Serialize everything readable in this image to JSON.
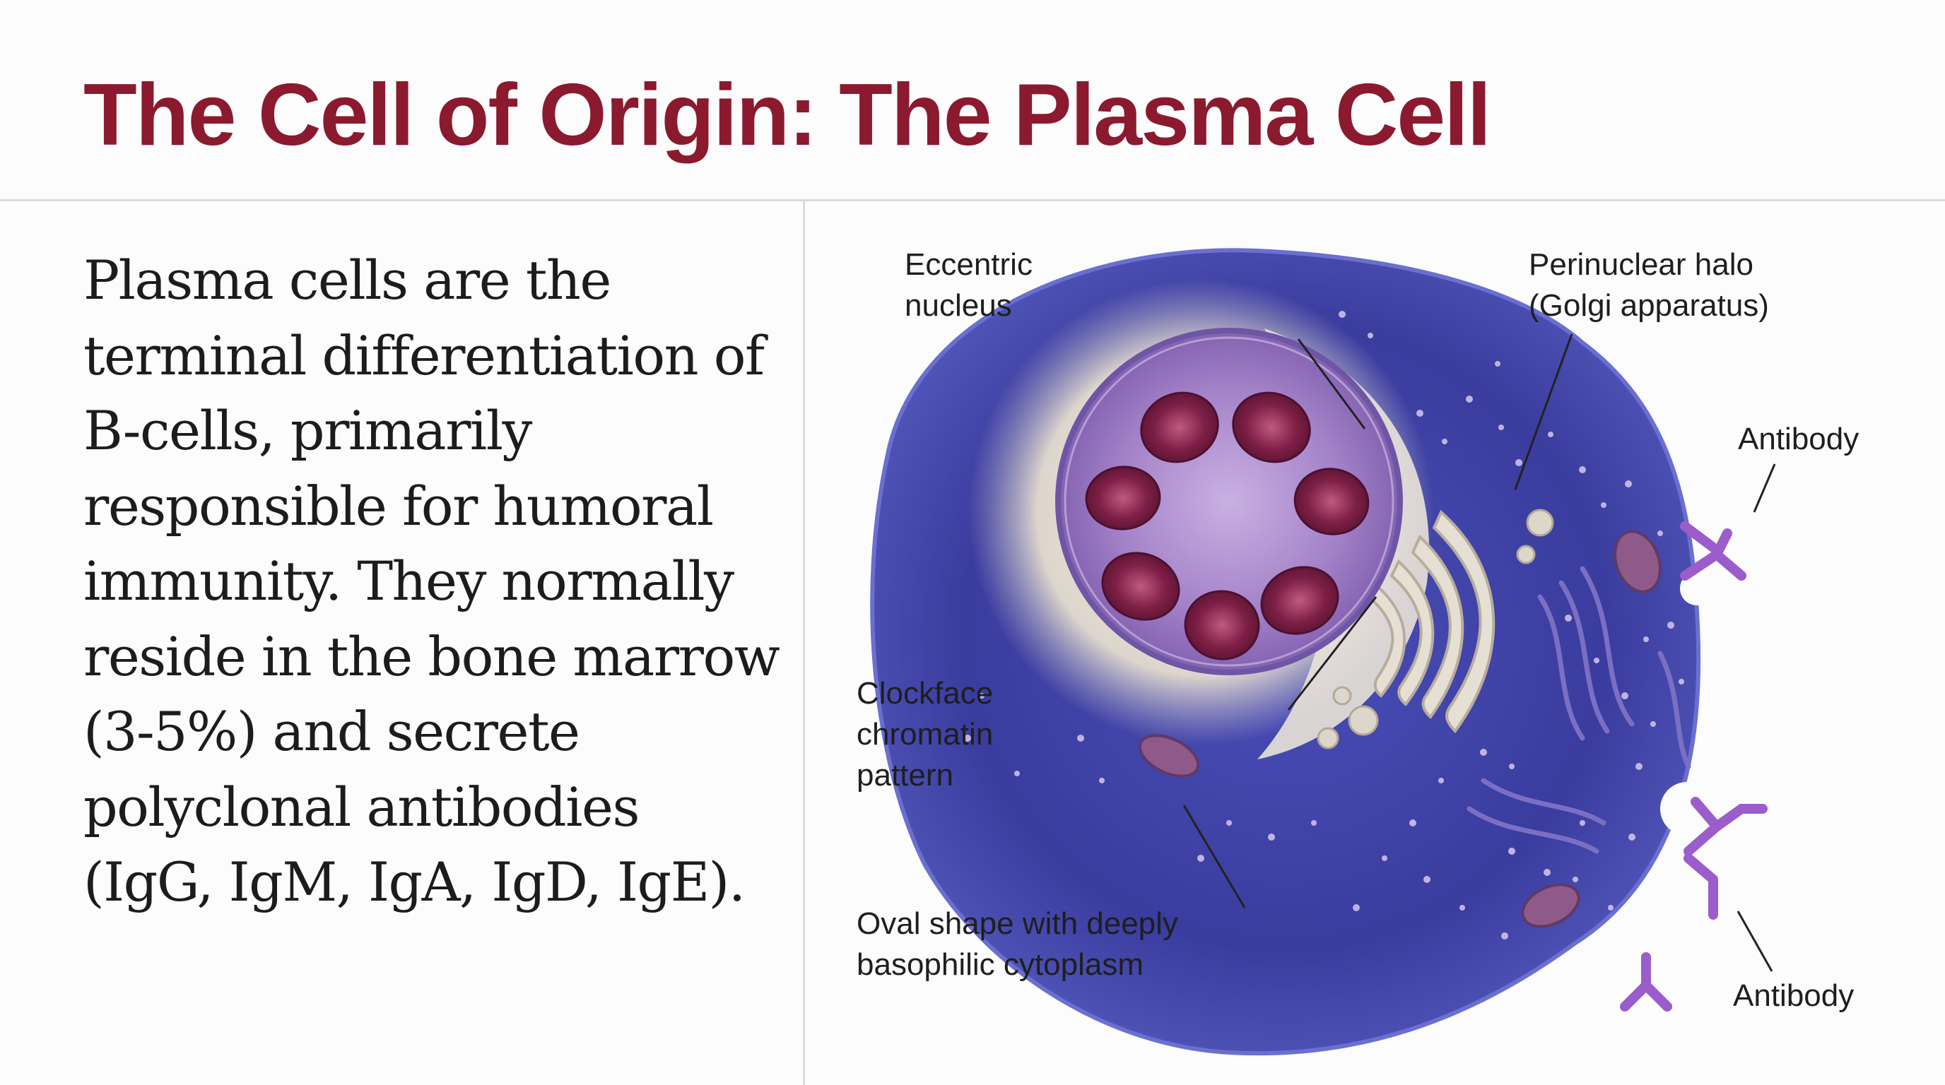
{
  "slide": {
    "title": "The Cell of Origin: The Plasma Cell",
    "title_color": "#8b1a2f",
    "body_lines": [
      "Plasma cells are the",
      "terminal differentiation of",
      "B-cells, primarily",
      "responsible for humoral",
      "immunity. They normally",
      "reside in the bone marrow",
      "(3-5%) and secrete",
      "polyclonal antibodies",
      "(IgG, IgM, IgA, IgD, IgE)."
    ]
  },
  "diagram": {
    "labels": {
      "eccentric_nucleus": [
        "Eccentric",
        "nucleus"
      ],
      "perinuclear_halo": [
        "Perinuclear halo",
        "(Golgi apparatus)"
      ],
      "antibody_top": "Antibody",
      "clockface": [
        "Clockface",
        "chromatin",
        "pattern"
      ],
      "oval_shape": [
        "Oval shape with deeply",
        "basophilic cytoplasm"
      ],
      "antibody_bottom": "Antibody"
    },
    "colors": {
      "cytoplasm": "#3b3ea0",
      "nucleus": "#a582c6",
      "chromatin": "#7e1f45",
      "golgi": "#e6dfd3",
      "antibody": "#9b5ccc"
    }
  }
}
